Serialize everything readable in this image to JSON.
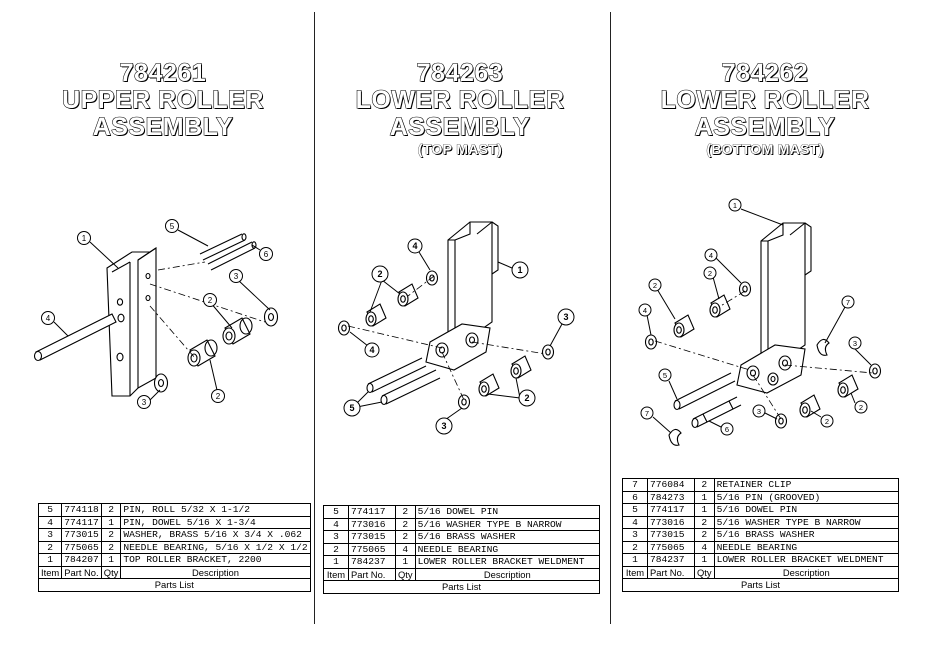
{
  "columns": [
    "Item",
    "Part No.",
    "Qty",
    "Description"
  ],
  "footer": "Parts List",
  "panels": [
    {
      "part_number": "784261",
      "title_lines": [
        "UPPER ROLLER",
        "ASSEMBLY"
      ],
      "subtitle": "",
      "callouts": [
        "1",
        "2",
        "2",
        "3",
        "3",
        "4",
        "5",
        "6"
      ],
      "rows": [
        {
          "item": "5",
          "part": "774118",
          "qty": "2",
          "desc": "PIN, ROLL 5/32 X 1-1/2"
        },
        {
          "item": "4",
          "part": "774117",
          "qty": "1",
          "desc": "PIN, DOWEL 5/16  X 1-3/4"
        },
        {
          "item": "3",
          "part": "773015",
          "qty": "2",
          "desc": "WASHER, BRASS 5/16 X 3/4 X .062"
        },
        {
          "item": "2",
          "part": "775065",
          "qty": "2",
          "desc": "NEEDLE BEARING, 5/16 X 1/2 X 1/2"
        },
        {
          "item": "1",
          "part": "784207",
          "qty": "1",
          "desc": "TOP ROLLER BRACKET, 2200"
        }
      ]
    },
    {
      "part_number": "784263",
      "title_lines": [
        "LOWER ROLLER",
        "ASSEMBLY"
      ],
      "subtitle": "(TOP MAST)",
      "callouts": [
        "1",
        "2",
        "2",
        "3",
        "3",
        "4",
        "4",
        "5"
      ],
      "rows": [
        {
          "item": "5",
          "part": "774117",
          "qty": "2",
          "desc": "5/16 DOWEL PIN"
        },
        {
          "item": "4",
          "part": "773016",
          "qty": "2",
          "desc": "5/16 WASHER TYPE B NARROW"
        },
        {
          "item": "3",
          "part": "773015",
          "qty": "2",
          "desc": "5/16 BRASS WASHER"
        },
        {
          "item": "2",
          "part": "775065",
          "qty": "4",
          "desc": "NEEDLE BEARING"
        },
        {
          "item": "1",
          "part": "784237",
          "qty": "1",
          "desc": "LOWER ROLLER BRACKET WELDMENT"
        }
      ]
    },
    {
      "part_number": "784262",
      "title_lines": [
        "LOWER ROLLER",
        "ASSEMBLY"
      ],
      "subtitle": "(BOTTOM MAST)",
      "callouts": [
        "1",
        "2",
        "2",
        "2",
        "2",
        "3",
        "3",
        "4",
        "4",
        "5",
        "6",
        "7",
        "7"
      ],
      "rows": [
        {
          "item": "7",
          "part": "776084",
          "qty": "2",
          "desc": "RETAINER CLIP"
        },
        {
          "item": "6",
          "part": "784273",
          "qty": "1",
          "desc": "5/16 PIN (GROOVED)"
        },
        {
          "item": "5",
          "part": "774117",
          "qty": "1",
          "desc": "5/16 DOWEL PIN"
        },
        {
          "item": "4",
          "part": "773016",
          "qty": "2",
          "desc": "5/16 WASHER TYPE B NARROW"
        },
        {
          "item": "3",
          "part": "773015",
          "qty": "2",
          "desc": "5/16 BRASS WASHER"
        },
        {
          "item": "2",
          "part": "775065",
          "qty": "4",
          "desc": "NEEDLE BEARING"
        },
        {
          "item": "1",
          "part": "784237",
          "qty": "1",
          "desc": "LOWER ROLLER BRACKET WELDMENT"
        }
      ]
    }
  ]
}
